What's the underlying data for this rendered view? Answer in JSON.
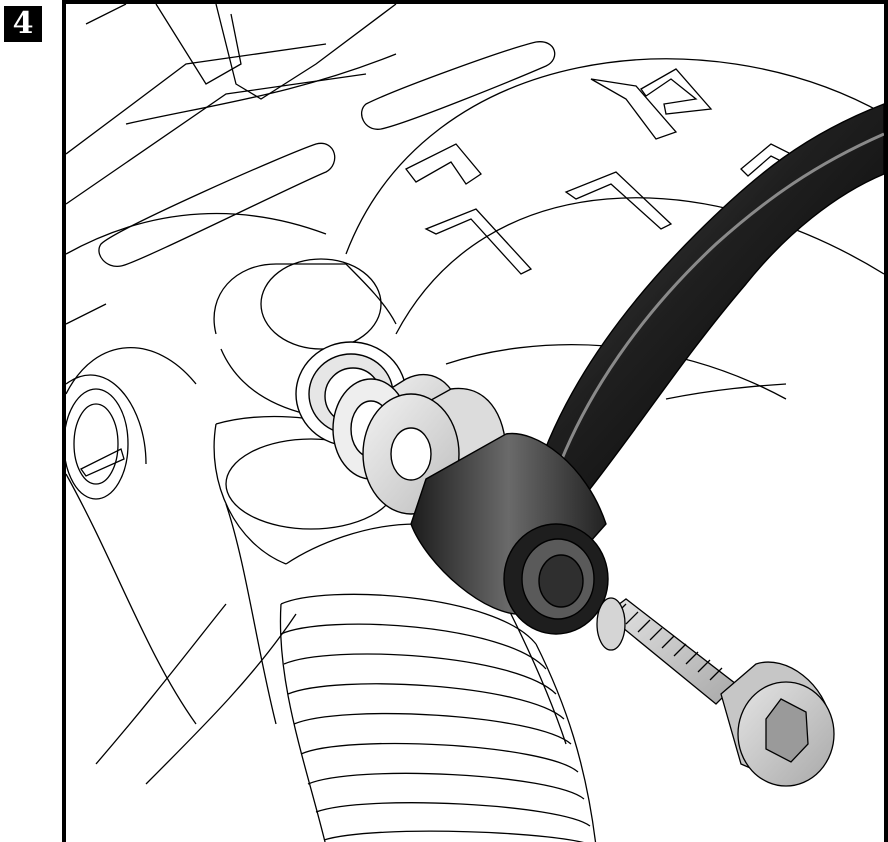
{
  "step": {
    "number": "4"
  },
  "illustration": {
    "colors": {
      "line": "#000000",
      "background": "#ffffff",
      "hose_dark": "#2a2a2a",
      "hose_highlight": "#8a8a8a",
      "spacer_light": "#d9d9d9",
      "bolt_light": "#c8c8c8"
    },
    "icons": [
      "brake-hose",
      "banjo-fitting",
      "spacer-washer",
      "bushing",
      "socket-head-bolt",
      "shock-absorber",
      "brake-rotor"
    ]
  }
}
